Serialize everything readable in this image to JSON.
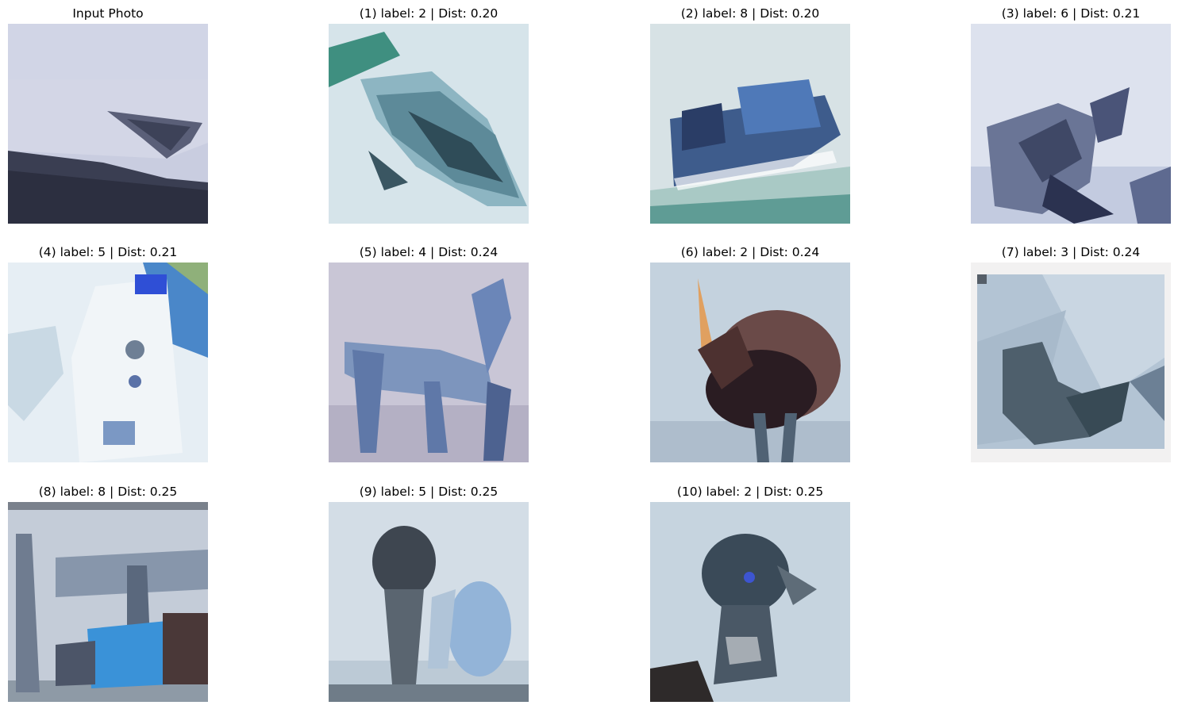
{
  "input": {
    "title": "Input Photo"
  },
  "results": [
    {
      "title": "(1) label: 2 | Dist: 0.20"
    },
    {
      "title": "(2) label: 8 | Dist: 0.20"
    },
    {
      "title": "(3) label: 6 | Dist: 0.21"
    },
    {
      "title": "(4) label: 5 | Dist: 0.21"
    },
    {
      "title": "(5) label: 4 | Dist: 0.24"
    },
    {
      "title": "(6) label: 2 | Dist: 0.24"
    },
    {
      "title": "(7) label: 3 | Dist: 0.24"
    },
    {
      "title": "(8) label: 8 | Dist: 0.25"
    },
    {
      "title": "(9) label: 5 | Dist: 0.25"
    },
    {
      "title": "(10) label: 2 | Dist: 0.25"
    }
  ]
}
